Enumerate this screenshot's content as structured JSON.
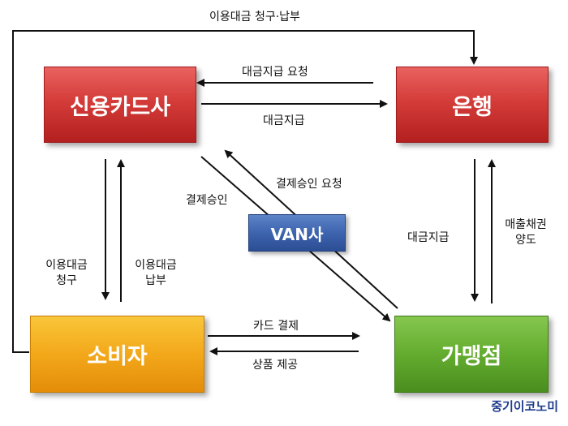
{
  "nodes": {
    "card": "신용카드사",
    "bank": "은행",
    "consumer": "소비자",
    "merchant": "가맹점",
    "van": "VAN사"
  },
  "edges": {
    "top_loop": "이용대금 청구·납부",
    "payment_request": "대금지급 요청",
    "payment": "대금지급",
    "approval": "결제승인",
    "approval_request": "결제승인 요청",
    "bill_line1": "이용대금",
    "bill_line2": "청구",
    "pay_line1": "이용대금",
    "pay_line2": "납부",
    "bank_payment": "대금지급",
    "receivable_line1": "매출채권",
    "receivable_line2": "양도",
    "card_payment": "카드 결제",
    "product": "상품 제공"
  },
  "brand": "중기이코노미"
}
